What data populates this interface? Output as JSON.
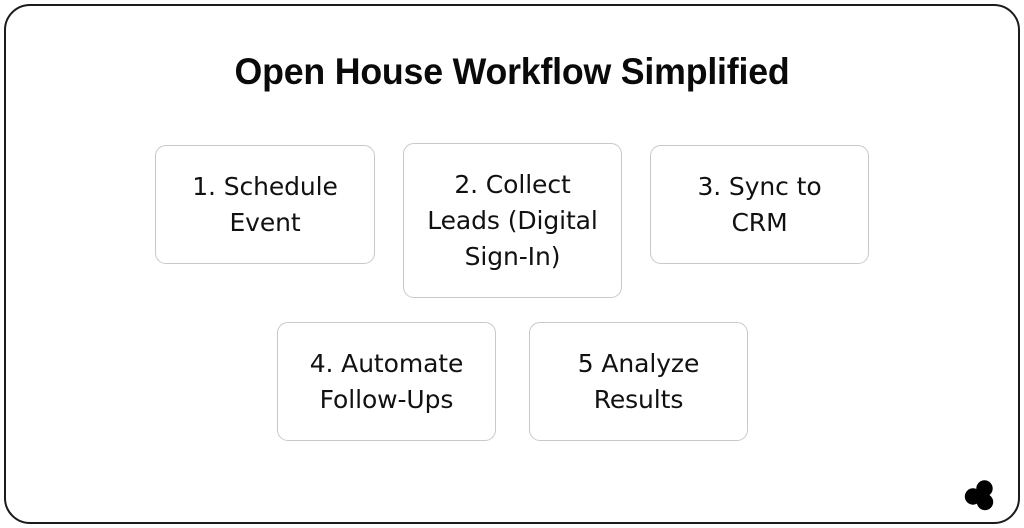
{
  "page": {
    "title": "Open House Workflow Simplified",
    "background_color": "#ffffff",
    "frame_border_color": "#1b1b1b",
    "box_border_color": "#c9c9c9",
    "text_color": "#111111"
  },
  "diagram": {
    "type": "flow-steps",
    "rows": [
      {
        "steps": [
          {
            "number": "1",
            "label": "1. Schedule\nEvent"
          },
          {
            "number": "2",
            "label": "2. Collect\nLeads (Digital\nSign-In)"
          },
          {
            "number": "3",
            "label": "3. Sync to\nCRM"
          }
        ]
      },
      {
        "steps": [
          {
            "number": "4",
            "label": "4. Automate\nFollow-Ups"
          },
          {
            "number": "5",
            "label": "5 Analyze\nResults"
          }
        ]
      }
    ]
  },
  "logo": {
    "name": "three-circles-logo",
    "color": "#000000",
    "circle_count": 3
  }
}
